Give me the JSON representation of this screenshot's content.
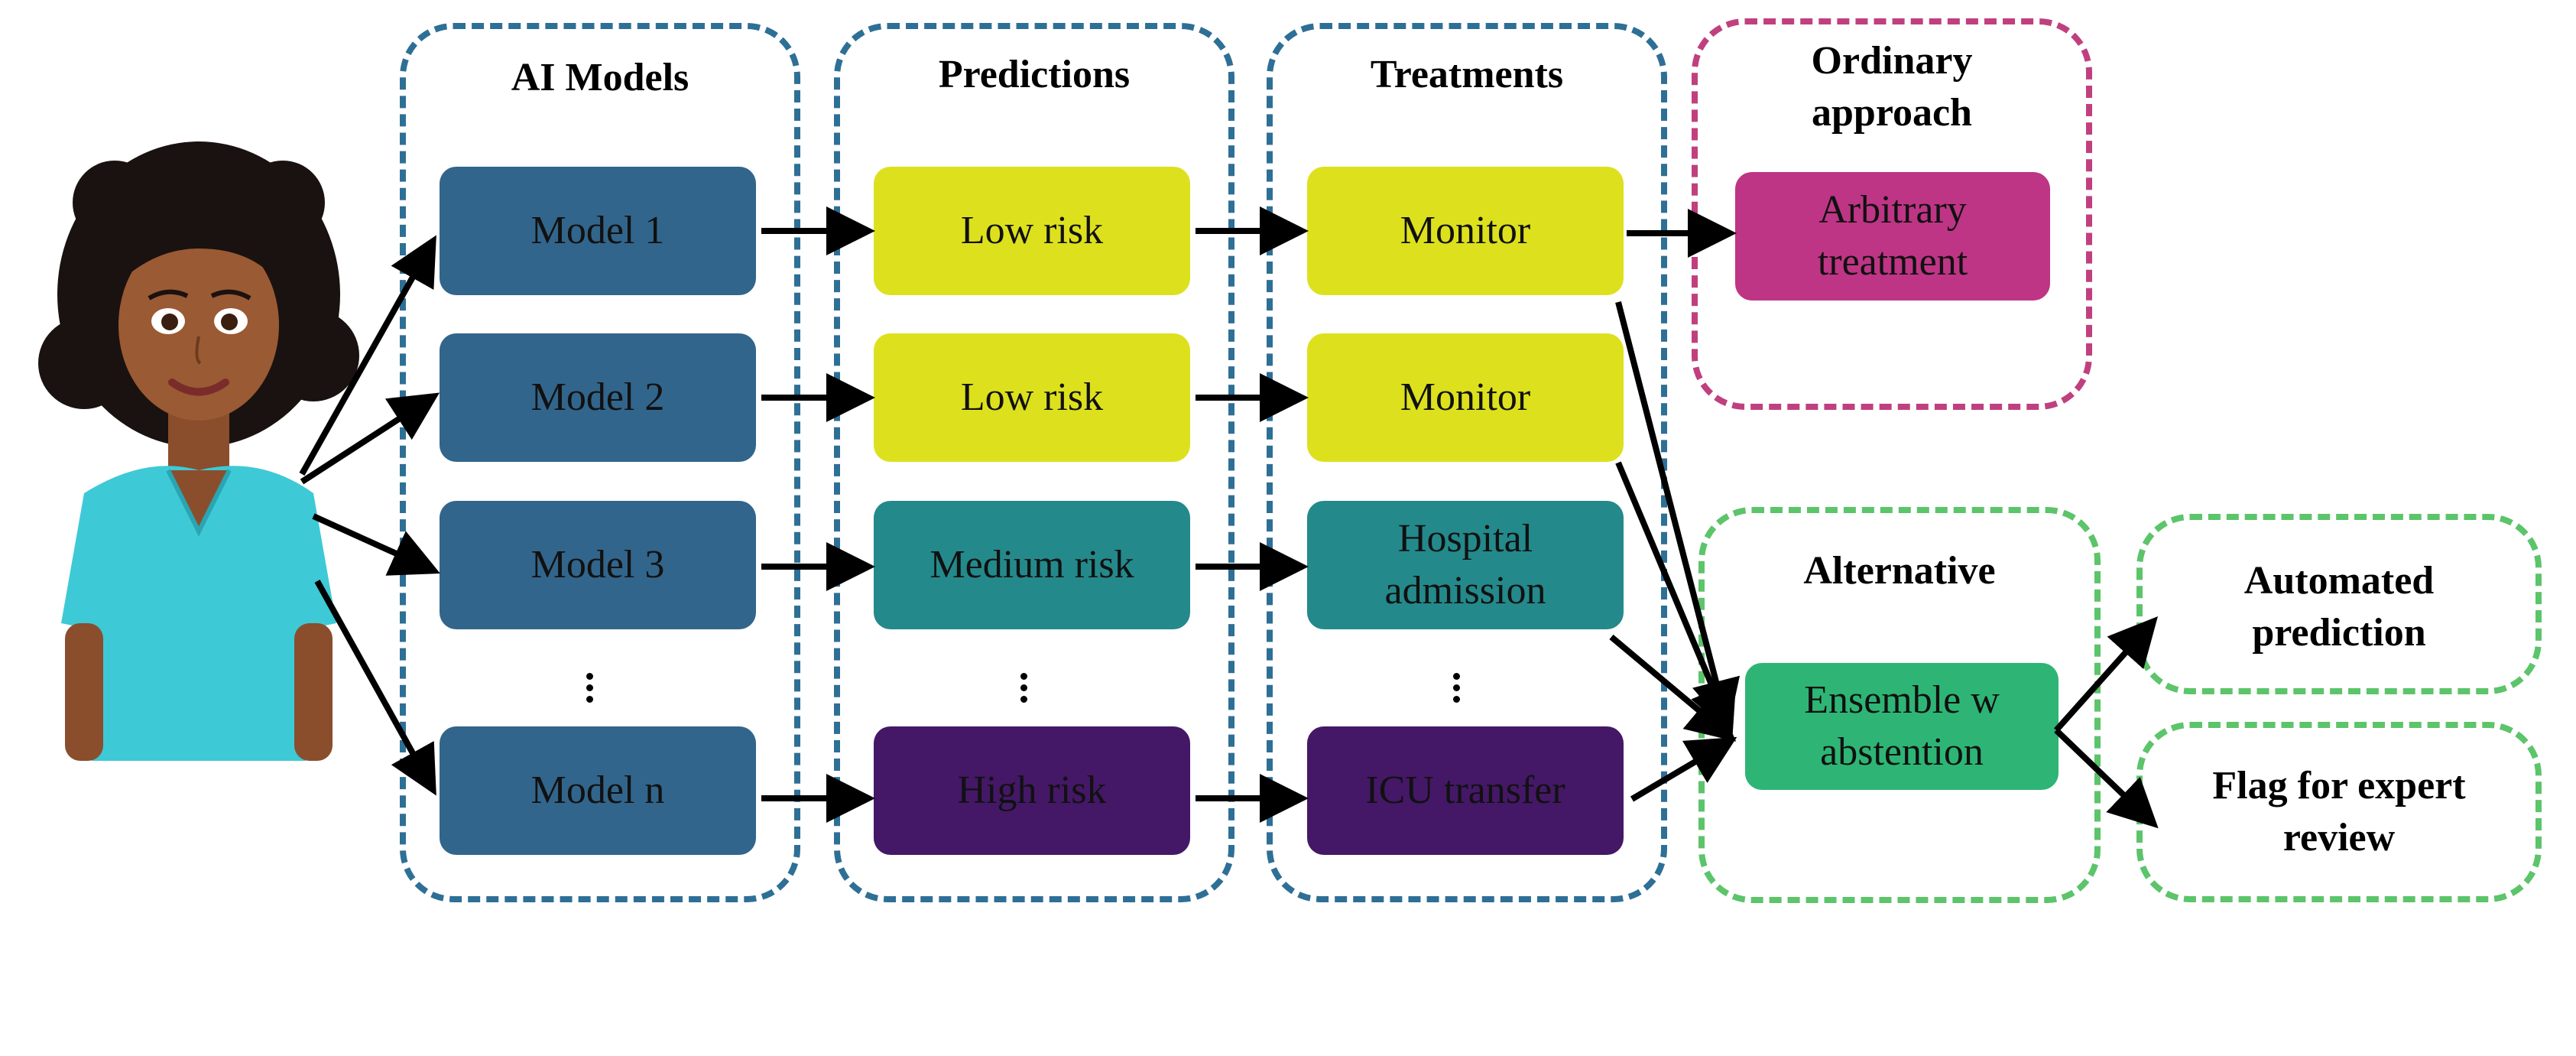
{
  "groups": {
    "models": {
      "title": "AI Models",
      "items": [
        "Model 1",
        "Model 2",
        "Model 3",
        "Model n"
      ]
    },
    "predictions": {
      "title": "Predictions",
      "items": [
        "Low risk",
        "Low risk",
        "Medium risk",
        "High risk"
      ]
    },
    "treatments": {
      "title": "Treatments",
      "items": [
        "Monitor",
        "Monitor",
        "Hospital admission",
        "ICU transfer"
      ]
    },
    "ordinary": {
      "title": "Ordinary approach",
      "item": "Arbitrary treatment"
    },
    "alternative": {
      "title": "Alternative",
      "item": "Ensemble w abstention"
    },
    "automated": {
      "title": "Automated prediction"
    },
    "flag": {
      "title": "Flag for expert review"
    }
  },
  "colors": {
    "model": "#32658b",
    "low_risk": "#dde11d",
    "medium_risk": "#24898b",
    "high_risk": "#441866",
    "arbitrary": "#be3585",
    "ensemble": "#2eb575",
    "blue_border": "#2e6f96",
    "pink_border": "#c0407f",
    "green_border": "#5cc46a"
  },
  "icons": {
    "clinician": "nurse-illustration-icon",
    "ellipsis": "vertical-dots-icon"
  }
}
